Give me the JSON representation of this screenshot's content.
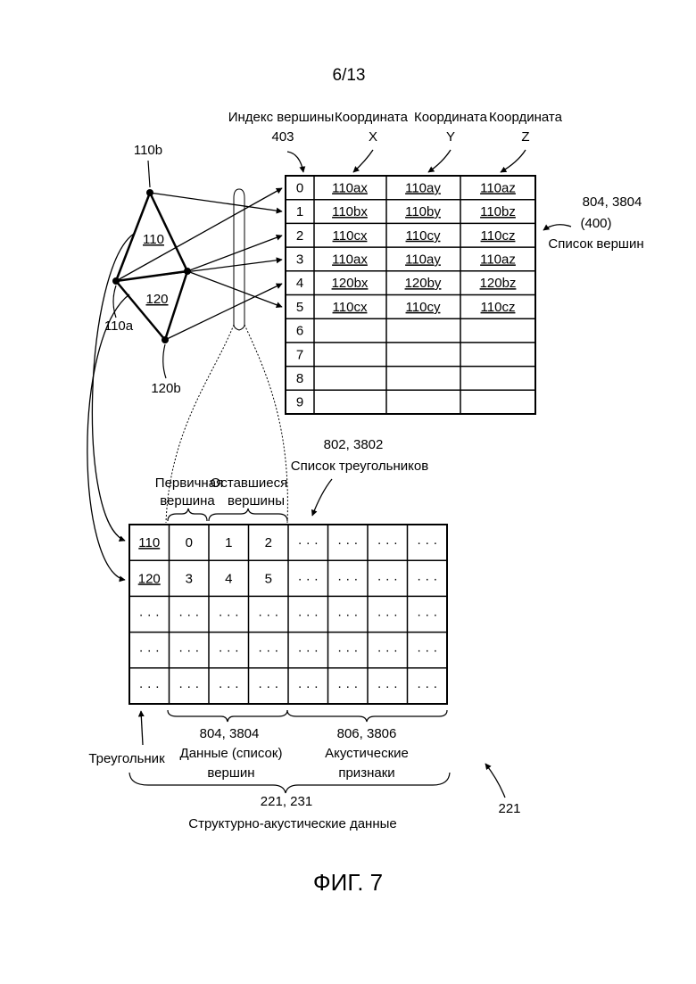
{
  "page_number": "6/13",
  "figure_caption": "ФИГ. 7",
  "header": {
    "vertex_index_label": "Индекс вершины",
    "vertex_index_ref": "403",
    "coord_label": "Координата",
    "coord_x": "X",
    "coord_y": "Y",
    "coord_z": "Z"
  },
  "mesh": {
    "node_labels": [
      "110b",
      "110a",
      "120b"
    ],
    "face_labels": [
      "110",
      "120"
    ]
  },
  "vertex_list": {
    "ref": "804, 3804",
    "ref2": "(400)",
    "name": "Список вершин",
    "indices": [
      "0",
      "1",
      "2",
      "3",
      "4",
      "5",
      "6",
      "7",
      "8",
      "9"
    ],
    "rows": [
      [
        "110ax",
        "110ay",
        "110az"
      ],
      [
        "110bx",
        "110by",
        "110bz"
      ],
      [
        "110cx",
        "110cy",
        "110cz"
      ],
      [
        "110ax",
        "110ay",
        "110az"
      ],
      [
        "120bx",
        "120by",
        "120bz"
      ],
      [
        "110cx",
        "110cy",
        "110cz"
      ],
      [
        "",
        "",
        ""
      ],
      [
        "",
        "",
        ""
      ],
      [
        "",
        "",
        ""
      ],
      [
        "",
        "",
        ""
      ]
    ]
  },
  "triangle_list": {
    "ref": "802, 3802",
    "name": "Список треугольников",
    "primary_label_1": "Первичная",
    "primary_label_2": "вершина",
    "remaining_label_1": "Оставшиеся",
    "remaining_label_2": "вершины",
    "rows": [
      [
        "110",
        "0",
        "1",
        "2",
        "· · ·",
        "· · ·",
        "· · ·",
        "· · ·"
      ],
      [
        "120",
        "3",
        "4",
        "5",
        "· · ·",
        "· · ·",
        "· · ·",
        "· · ·"
      ],
      [
        "· · ·",
        "· · ·",
        "· · ·",
        "· · ·",
        "· · ·",
        "· · ·",
        "· · ·",
        "· · ·"
      ],
      [
        "· · ·",
        "· · ·",
        "· · ·",
        "· · ·",
        "· · ·",
        "· · ·",
        "· · ·",
        "· · ·"
      ],
      [
        "· · ·",
        "· · ·",
        "· · ·",
        "· · ·",
        "· · ·",
        "· · ·",
        "· · ·",
        "· · ·"
      ]
    ]
  },
  "bottom": {
    "triangle_label": "Треугольник",
    "vertex_data_ref": "804, 3804",
    "vertex_data_1": "Данные (список)",
    "vertex_data_2": "вершин",
    "acoustic_ref": "806, 3806",
    "acoustic_1": "Акустические",
    "acoustic_2": "признаки",
    "structure_ref": "221, 231",
    "structure_label": "Структурно-акустические данные",
    "ref_221": "221"
  }
}
